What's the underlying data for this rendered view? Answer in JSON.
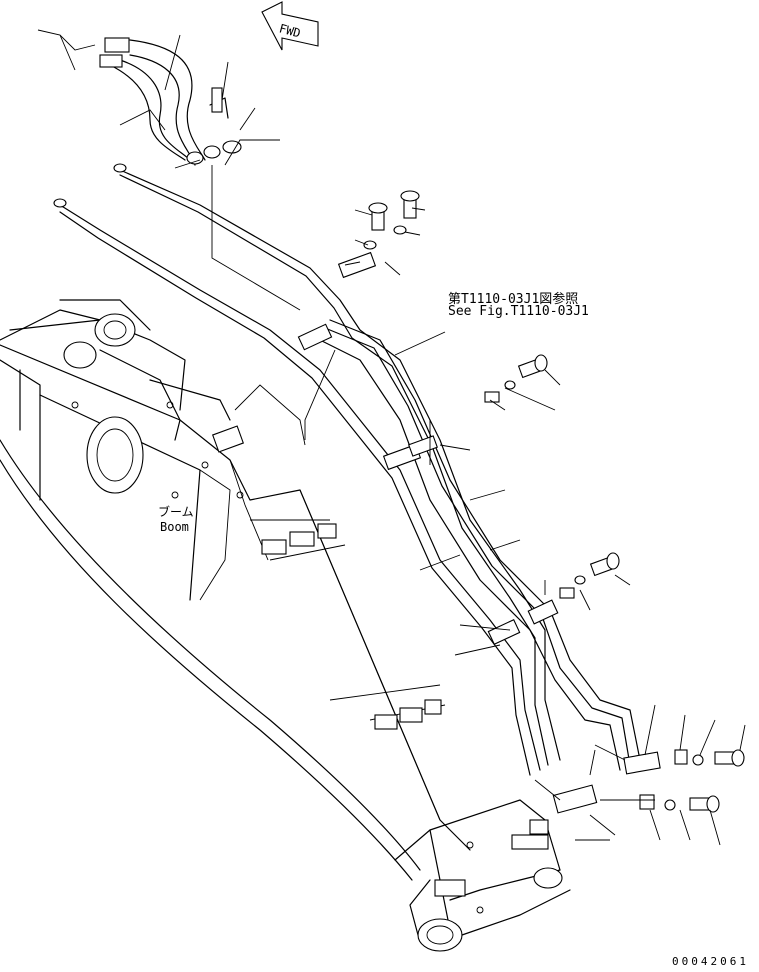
{
  "fwd_arrow": {
    "label": "FWD"
  },
  "reference_note": {
    "jp": "第T1110-03J1図参照",
    "en": "See Fig.T1110-03J1"
  },
  "part_label": {
    "jp": "ブーム",
    "en": "Boom"
  },
  "drawing_id": "00042061"
}
